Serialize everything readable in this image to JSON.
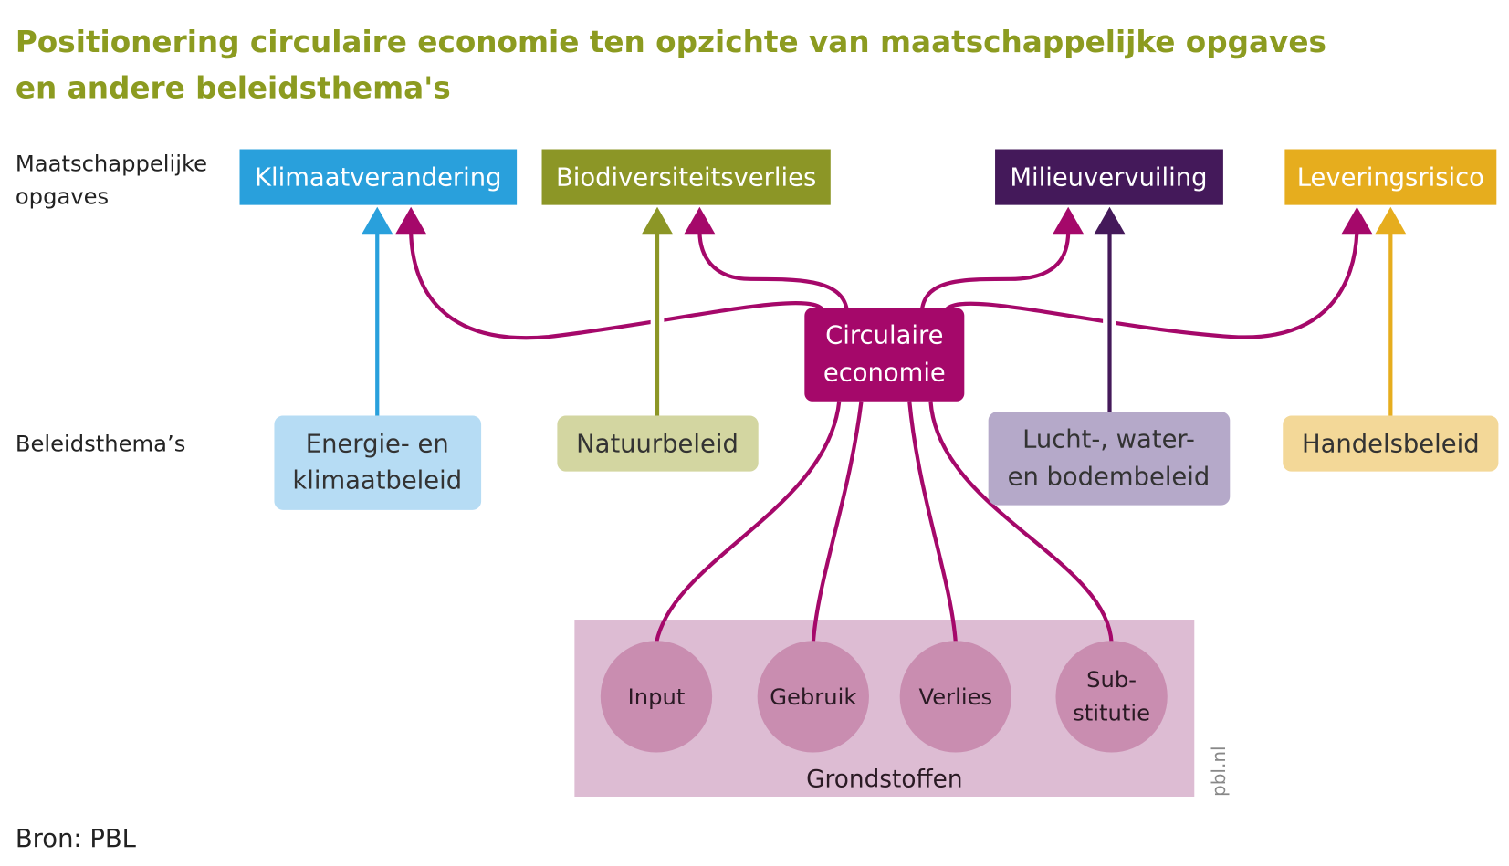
{
  "title": {
    "line1": "Positionering circulaire economie ten opzichte van maatschappelijke opgaves",
    "line2": "en andere beleidsthema's"
  },
  "row_labels": {
    "opgaves_line1": "Maatschappelijke",
    "opgaves_line2": "opgaves",
    "beleid": "Beleidsthema’s"
  },
  "opgaves": [
    {
      "label": "Klimaatverandering",
      "color": "#29a0dc"
    },
    {
      "label": "Biodiversiteitsverlies",
      "color": "#8c9626"
    },
    {
      "label": "Milieuvervuiling",
      "color": "#44195a"
    },
    {
      "label": "Leveringsrisico",
      "color": "#e6ad1e"
    }
  ],
  "center": {
    "line1": "Circulaire",
    "line2": "economie",
    "color": "#a5086a"
  },
  "beleid": [
    {
      "line1": "Energie- en",
      "line2": "klimaatbeleid",
      "color": "#b6dcf4"
    },
    {
      "line1": "Natuurbeleid",
      "color": "#d3d6a1"
    },
    {
      "line1": "Lucht-, water-",
      "line2": "en bodembeleid",
      "color": "#b5a9c9"
    },
    {
      "line1": "Handelsbeleid",
      "color": "#f3d898"
    }
  ],
  "grondstoffen": {
    "label": "Grondstoffen",
    "items": [
      {
        "line1": "Input"
      },
      {
        "line1": "Gebruik"
      },
      {
        "line1": "Verlies"
      },
      {
        "line1": "Sub-",
        "line2": "stitutie"
      }
    ]
  },
  "watermark": "pbl.nl",
  "source": "Bron: PBL"
}
